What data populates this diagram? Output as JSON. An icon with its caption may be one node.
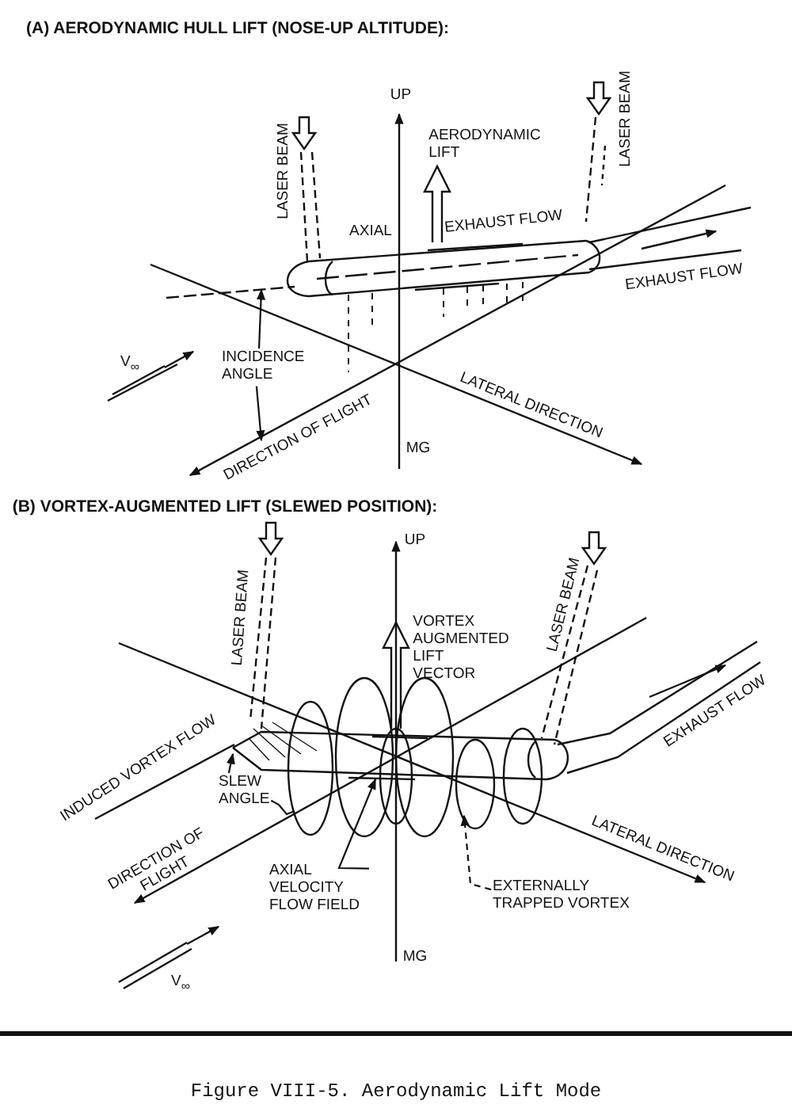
{
  "diagram": {
    "caption": "Figure VIII-5. Aerodynamic Lift Mode",
    "nodes": [
      {
        "text": [],
        "shape": "picture"
      },
      {
        "text": [
          "INCIDENCE ANGLE"
        ]
      },
      {
        "text": [
          "DIRECTION OF FLIGHT"
        ]
      },
      {
        "text": [],
        "shape": "picture"
      },
      {
        "text": [],
        "shape": "picture"
      },
      {
        "text": [
          "SLEW ANGLE"
        ]
      },
      {
        "text": [
          "AXIAL VELOCITY FLOW FIELD"
        ]
      },
      {
        "text": [
          "EXTERNALLY TRAPPED VORTEX"
        ]
      }
    ],
    "edges": [
      {
        "from": 1,
        "to": 0,
        "arrow": "to"
      },
      {
        "from": 1,
        "to": 2,
        "arrow": "to"
      },
      {
        "from": 5,
        "to": 3,
        "arrow": "to"
      },
      {
        "from": 5,
        "to": 4,
        "arrow": "none"
      },
      {
        "from": 6,
        "to": 3,
        "arrow": "to"
      },
      {
        "from": 7,
        "to": 4,
        "arrow": "to",
        "style": "dashed"
      }
    ],
    "labels": [
      "(A) AERODYNAMIC HULL LIFT (NOSE-UP ALTITUDE):",
      "UP",
      "LASER BEAM",
      "AERODYNAMIC LIFT",
      "LASER BEAM",
      "AXIAL",
      "EXHAUST FLOW",
      "EXHAUST FLOW",
      "V$_{∞}$",
      "LATERAL DIRECTION",
      "MG",
      "(B) VORTEX-AUGMENTED LIFT (SLEWED POSITION):",
      "UP",
      "LASER BEAM",
      "VORTEX AUGMENTED LIFT VECTOR",
      "LASER BEAM",
      "EXHAUST FLOW",
      "INDUCED VORTEX FLOW",
      "LATERAL DIRECTION",
      "DIRECTION OF FLIGHT",
      "MG",
      "V$_{∞}$"
    ]
  }
}
